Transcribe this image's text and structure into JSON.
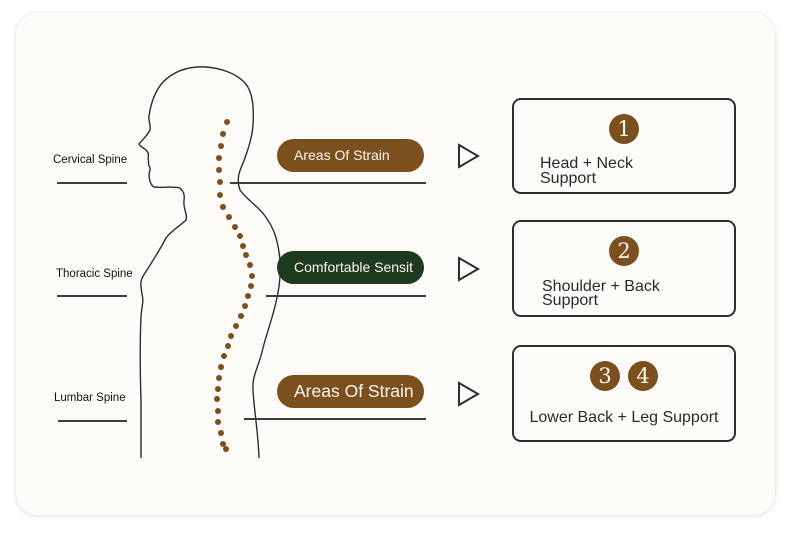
{
  "spine_labels": {
    "cervical": "Cervical Spine",
    "thoracic": "Thoracic Spine",
    "lumbar": "Lumbar Spine"
  },
  "pills": [
    {
      "label": "Areas Of Strain",
      "color": "#7c4f1f"
    },
    {
      "label": "Comfortable Sensit",
      "color": "#1e3a1f"
    },
    {
      "label": "Areas Of Strain",
      "color": "#7c4f1f"
    }
  ],
  "arrows": {
    "icon": "triangle-right-outline-icon"
  },
  "support_boxes": [
    {
      "badges": [
        "1"
      ],
      "title_line1": "Head + Neck",
      "title_line2": "Support"
    },
    {
      "badges": [
        "2"
      ],
      "title_line1": "Shoulder + Back",
      "title_line2": "Support"
    },
    {
      "badges": [
        "3",
        "4"
      ],
      "title": "Lower Back + Leg Support"
    }
  ],
  "colors": {
    "accent_brown": "#7c4f1f",
    "accent_green": "#1e3a1f",
    "outline": "#2d2d2d",
    "background": "#fcfbf7"
  }
}
